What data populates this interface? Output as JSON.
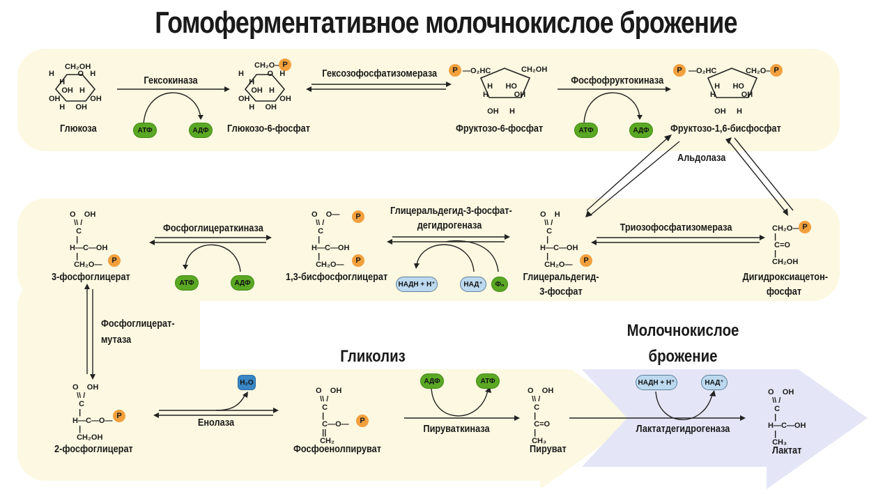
{
  "title": "Гомоферментативное молочнокислое брожение",
  "colors": {
    "band": "#fdf8e1",
    "fermentation_arrow": "#e4e6f7",
    "cofactor_atp": "#5aa823",
    "cofactor_nad": "#bcd9ef",
    "water": "#3a87c6",
    "phosphate": "#f2a03d"
  },
  "sections": {
    "glycolysis": "Гликолиз",
    "fermentation_line1": "Молочнокислое",
    "fermentation_line2": "брожение"
  },
  "phosphate_symbol": "P",
  "compounds": {
    "glucose": "Глюкоза",
    "g6p": "Глюкозо-6-фосфат",
    "f6p": "Фруктозо-6-фосфат",
    "f16bp": "Фруктозо-1,6-бисфосфат",
    "gap_line1": "Глицеральдегид-",
    "gap_line2": "3-фосфат",
    "dhap_line1": "Дигидроксиацетон-",
    "dhap_line2": "фосфат",
    "bpg13": "1,3-бисфосфоглицерат",
    "pg3": "3-фосфоглицерат",
    "pg2": "2-фосфоглицерат",
    "pep": "Фосфоенолпируват",
    "pyruvate": "Пируват",
    "lactate": "Лактат"
  },
  "enzymes": {
    "hexokinase": "Гексокиназа",
    "hexose_isomerase": "Гексозофосфатизомераза",
    "pfk": "Фосфофруктокиназа",
    "aldolase": "Альдолаза",
    "tpi": "Триозофосфатизомераза",
    "gapdh_line1": "Глицеральдегид-3-фосфат-",
    "gapdh_line2": "дегидрогеназа",
    "pgk": "Фосфоглицераткиназа",
    "pgm_line1": "Фосфоглицерат-",
    "pgm_line2": "мутаза",
    "enolase": "Енолаза",
    "pk": "Пируваткиназа",
    "ldh": "Лактатдегидрогеназа"
  },
  "cofactors": {
    "atp": "АТФ",
    "adp": "АДФ",
    "nadh": "НАДН + Н⁺",
    "nad": "НАД⁺",
    "pi": "Фₙ",
    "water": "H₂O"
  },
  "structures": {
    "glucose_top": "CH₂OH",
    "g6p_top": "CH₂O—",
    "f6p_left": "—O₂HC",
    "f6p_right": "CH₂OH",
    "f16bp_left": "—O₂HC",
    "f16bp_right": "CH₂O—",
    "pg3": "O    OH\n  \\\\ /\n   C\n   |\nH—C—OH\n   |\n  CH₂O—",
    "bpg13": "O    O—\n  \\\\ /\n   C\n   |\nH—C—OH\n   |\n  CH₂O—",
    "gap": "O    H\n  \\\\ /\n   C\n   |\nH—C—OH\n   |\n  CH₂O—",
    "dhap": "CH₂O—\n |\n C=O\n |\nCH₂OH",
    "pg2": "O    OH\n  \\\\ /\n   C\n   |\nH—C—O—\n   |\n  CH₂OH",
    "pep": "O    OH\n  \\\\ /\n   C\n   |\n   C—O—\n   ||\n  CH₂",
    "pyruvate": "O    OH\n  \\\\ /\n   C\n   |\n   C=O\n   |\n  CH₃",
    "lactate": "O    OH\n  \\\\ /\n   C\n   |\nH—C—OH\n   |\n  CH₃"
  }
}
